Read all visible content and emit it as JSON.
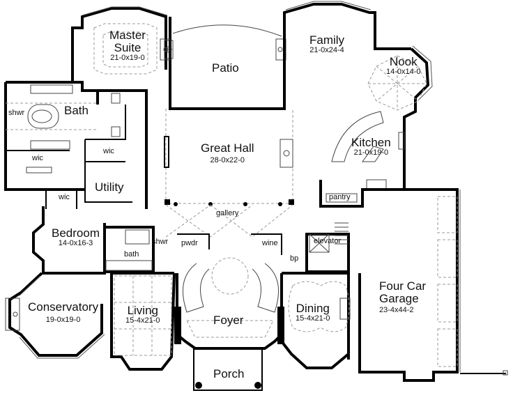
{
  "plan": {
    "rooms": [
      {
        "id": "master-suite",
        "name_line1": "Master",
        "name_line2": "Suite",
        "dims": "21-0x19-0"
      },
      {
        "id": "patio",
        "name": "Patio"
      },
      {
        "id": "family",
        "name": "Family",
        "dims": "21-0x24-4"
      },
      {
        "id": "nook",
        "name": "Nook",
        "dims": "14-0x14-0"
      },
      {
        "id": "bath",
        "name": "Bath"
      },
      {
        "id": "shwr",
        "name": "shwr"
      },
      {
        "id": "wic-1",
        "name": "wic"
      },
      {
        "id": "wic-2",
        "name": "wic"
      },
      {
        "id": "wic-3",
        "name": "wic"
      },
      {
        "id": "utility",
        "name": "Utility"
      },
      {
        "id": "great-hall",
        "name": "Great Hall",
        "dims": "28-0x22-0"
      },
      {
        "id": "kitchen",
        "name": "Kitchen",
        "dims": "21-0x19-0"
      },
      {
        "id": "pantry",
        "name": "pantry"
      },
      {
        "id": "gallery",
        "name": "gallery"
      },
      {
        "id": "bedroom",
        "name": "Bedroom",
        "dims": "14-0x16-3"
      },
      {
        "id": "shwr-2",
        "name": "shwr"
      },
      {
        "id": "pwdr",
        "name": "pwdr"
      },
      {
        "id": "bath-2",
        "name": "bath"
      },
      {
        "id": "wine",
        "name": "wine"
      },
      {
        "id": "elevator",
        "name": "elevator"
      },
      {
        "id": "bp",
        "name": "bp"
      },
      {
        "id": "conservatory",
        "name": "Conservatory",
        "dims": "19-0x19-0"
      },
      {
        "id": "living",
        "name": "Living",
        "dims": "15-4x21-0"
      },
      {
        "id": "foyer",
        "name": "Foyer"
      },
      {
        "id": "dining",
        "name": "Dining",
        "dims": "15-4x21-0"
      },
      {
        "id": "garage",
        "name_line1": "Four Car",
        "name_line2": "Garage",
        "dims": "23-4x44-2"
      },
      {
        "id": "porch",
        "name": "Porch"
      }
    ]
  }
}
